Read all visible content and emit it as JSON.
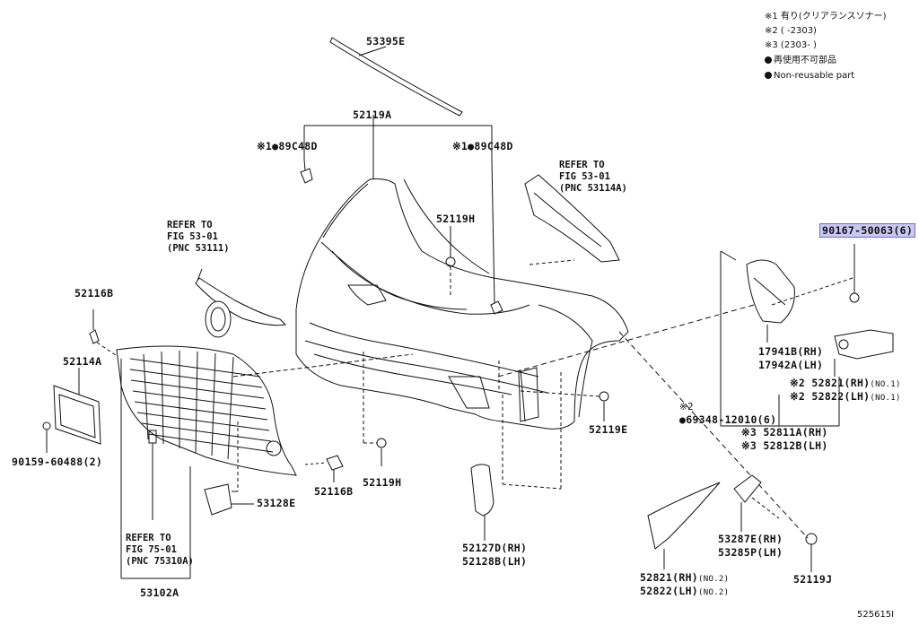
{
  "legend": {
    "line1": "※1 有り(クリアランスソナー)",
    "line2": "※2 (      -2303)",
    "line3": "※3 (2303-      )",
    "line4_text": "再使用不可部品",
    "line5_text": "Non-reusable part"
  },
  "diagram_id": "525615I",
  "parts": {
    "p53395E": "53395E",
    "p52119A": "52119A",
    "p89C48D_left": "※1●89C48D",
    "p89C48D_right": "※1●89C48D",
    "p52119H_top": "52119H",
    "p52116B_top": "52116B",
    "p52114A": "52114A",
    "p90159": "90159-60488(2)",
    "p52116B_bottom": "52116B",
    "p52119H_bottom": "52119H",
    "p53128E": "53128E",
    "p53102A": "53102A",
    "p52119E": "52119E",
    "p52127D": "52127D(RH)",
    "p52128B": "52128B(LH)",
    "p90167": "90167-50063(6)",
    "p17941B": "17941B(RH)",
    "p17942A": "17942A(LH)",
    "p52821_a": "※2 52821(RH)",
    "p52821_a_no": "(NO.1)",
    "p52822_a": "※2 52822(LH)",
    "p52822_a_no": "(NO.1)",
    "p69348_mark": "※2",
    "p69348": "●69348-12010(6)",
    "p52811A": "※3 52811A(RH)",
    "p52812B": "※3 52812B(LH)",
    "p53287E": "53287E(RH)",
    "p53285P": "53285P(LH)",
    "p52821_b": "52821(RH)",
    "p52821_b_no": "(NO.2)",
    "p52822_b": "52822(LH)",
    "p52822_b_no": "(NO.2)",
    "p52119J": "52119J"
  },
  "refs": {
    "ref_53111": [
      "REFER TO",
      "FIG 53-01",
      "(PNC 53111)"
    ],
    "ref_53114A": [
      "REFER TO",
      "FIG 53-01",
      "(PNC 53114A)"
    ],
    "ref_75310A": [
      "REFER TO",
      "FIG 75-01",
      "(PNC 75310A)"
    ]
  },
  "colors": {
    "highlight": "#c9c9f2",
    "highlight_border": "#6b6bd6",
    "line": "#111111"
  }
}
